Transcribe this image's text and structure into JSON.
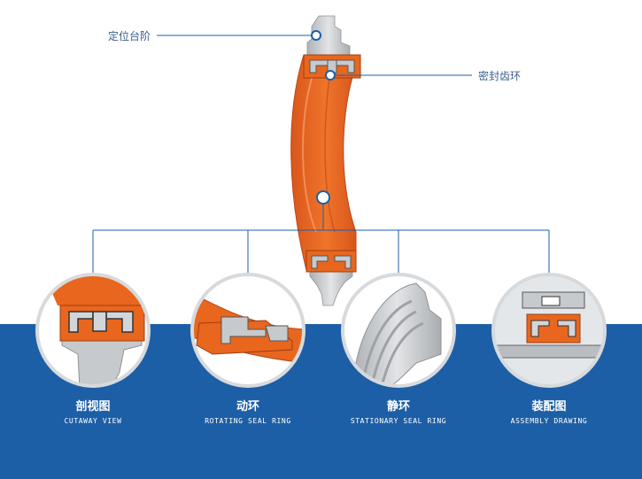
{
  "callouts": {
    "positioning_step": "定位台阶",
    "sealing_tooth_ring": "密封齿环"
  },
  "views": [
    {
      "label_zh": "剖视图",
      "label_en": "CUTAWAY VIEW"
    },
    {
      "label_zh": "动环",
      "label_en": "ROTATING SEAL RING"
    },
    {
      "label_zh": "静环",
      "label_en": "STATIONARY SEAL RING"
    },
    {
      "label_zh": "装配图",
      "label_en": "ASSEMBLY DRAWING"
    }
  ],
  "colors": {
    "band": "#1d5fa6",
    "orange": "#e8661e",
    "gray": "#c7cacd",
    "line": "#1d5fa6"
  }
}
